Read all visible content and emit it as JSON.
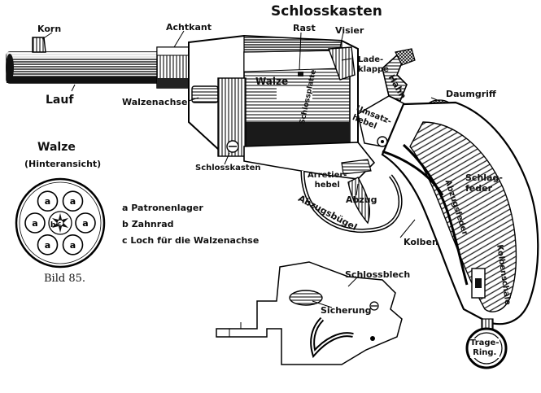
{
  "title": "Schlosskasten",
  "labels": {
    "korn": "Korn",
    "achtkant": "Achtkant",
    "rast": "Rast",
    "visier": "Visier",
    "ladeklappe": "Lade-\nklappe",
    "hahn": "Hahn",
    "daumgriff": "Daumgriff",
    "lauf": "Lauf",
    "walzenachse": "Walzenachse",
    "walze_body": "Walze",
    "schlossplatte": "Schlossplatte",
    "umsatzhebel": "Umsatz-\nhebel",
    "schlosskasten_lower": "Schlosskasten",
    "arretierhebel": "Arretier-\nhebel",
    "abzug": "Abzug",
    "abzugsbuegel": "Abzugsbügel",
    "abzugsfeder": "Abzugsfeder",
    "schlagfeder": "Schlag-\nfeder",
    "kolben": "Kolben",
    "kolbenschale": "Kolbenschale",
    "schlossblech": "Schlossblech",
    "sicherung": "Sicherung",
    "trage_ring": "Trage-\nRing."
  },
  "inset": {
    "title": "Walze",
    "subtitle": "(Hinteransicht)",
    "chamber_letter": "a",
    "gear_letter": "b",
    "hole_letter": "c",
    "legend": [
      "a Patronenlager",
      "b Zahnrad",
      "c Loch für die Walzenachse"
    ],
    "caption": "Bild 85."
  }
}
